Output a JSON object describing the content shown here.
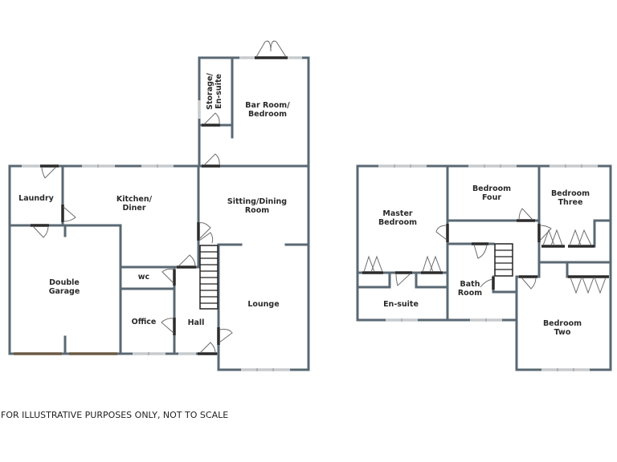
{
  "floorplan": {
    "ground_floor": {
      "rooms": {
        "laundry": "Laundry",
        "kitchen_l1": "Kitchen/",
        "kitchen_l2": "Diner",
        "garage_l1": "Double",
        "garage_l2": "Garage",
        "wc": "wc",
        "office": "Office",
        "hall": "Hall",
        "lounge": "Lounge",
        "sitting_l1": "Sitting/Dining",
        "sitting_l2": "Room",
        "bar_l1": "Bar Room/",
        "bar_l2": "Bedroom",
        "storage_l1": "Storage/",
        "storage_l2": "En-suite"
      }
    },
    "first_floor": {
      "rooms": {
        "master_l1": "Master",
        "master_l2": "Bedroom",
        "ensuite": "En-suite",
        "bed4_l1": "Bedroom",
        "bed4_l2": "Four",
        "bed3_l1": "Bedroom",
        "bed3_l2": "Three",
        "bath_l1": "Bath",
        "bath_l2": "Room",
        "bed2_l1": "Bedroom",
        "bed2_l2": "Two"
      }
    },
    "disclaimer": "FOR ILLUSTRATIVE PURPOSES ONLY, NOT TO SCALE",
    "colors": {
      "wall": "#5a6873",
      "door": "#2b2b2b",
      "window": "#c8cbcd"
    }
  }
}
